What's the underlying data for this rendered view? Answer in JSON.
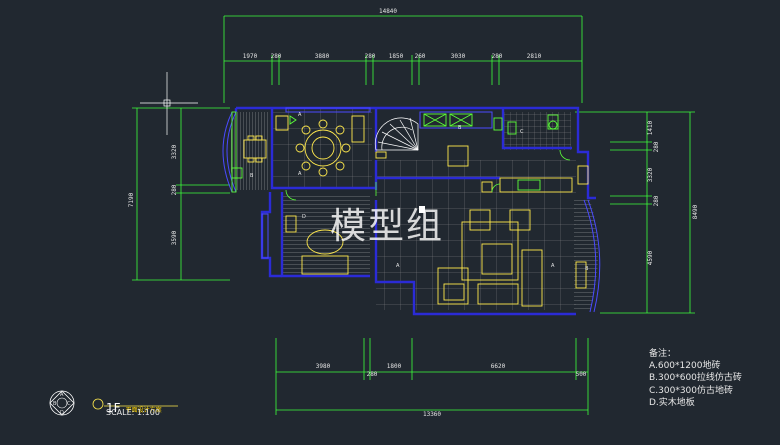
{
  "colors": {
    "background": "#212830",
    "wall": "#2b2bd6",
    "furniture": "#ffe94d",
    "fixture": "#5cff3a",
    "dimension": "#3cff3a",
    "floor_grid": "#b9b9b9",
    "text": "#e6e6e6"
  },
  "dimensions": {
    "top_total": "14840",
    "top_segments": [
      "1970",
      "280",
      "3880",
      "280",
      "1850",
      "260",
      "3030",
      "280",
      "2810"
    ],
    "bottom_segments": [
      "3980",
      "280",
      "1800",
      "6620",
      "500"
    ],
    "bottom_total": "13360",
    "left_segments": [
      "3320",
      "280",
      "3590"
    ],
    "left_total": "7190",
    "right_segments": [
      "1410",
      "280",
      "3320",
      "280",
      "4590"
    ],
    "right_total": "8490"
  },
  "room_labels": [
    "A",
    "A",
    "B",
    "B",
    "C",
    "D",
    "A",
    "A",
    "B"
  ],
  "watermark": "模型组",
  "notes": {
    "heading": "备注：",
    "items": [
      "A.600*1200地砖",
      "B.300*600拉线仿古砖",
      "C.300*300仿古地砖",
      "D.实木地板"
    ]
  },
  "title_block": {
    "title": "1F",
    "subtitle": "平面设计方案",
    "scale": "SCALE: 1:100",
    "logo_letters": [
      "A",
      "B",
      "C",
      "D"
    ]
  }
}
